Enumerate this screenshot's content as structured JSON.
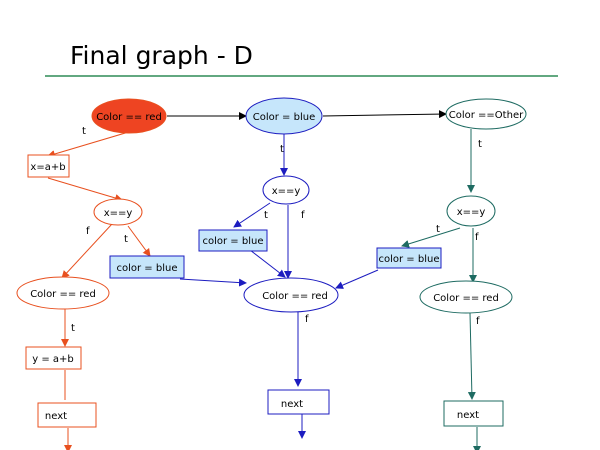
{
  "title": "Final graph - D",
  "colors": {
    "rule": "#2e8b57",
    "left": "#e8501f",
    "middle": "#1c1cc0",
    "right": "#1e6b62",
    "red_fill": "#ee4422",
    "blue_fill": "#c6e6fb"
  },
  "nodes": {
    "cond_red_top": "Color == red",
    "cond_blue_top": "Color = blue",
    "cond_other_top": "Color ==Other",
    "assign_x": "x=a+b",
    "left_xy": "x==y",
    "mid_xy": "x==y",
    "right_xy": "x==y",
    "left_color_blue": "color = blue",
    "mid_color_blue": "color = blue",
    "right_color_blue": "color = blue",
    "left_cond_red": "Color == red",
    "mid_cond_red": "Color == red",
    "right_cond_red": "Color == red",
    "assign_y": "y = a+b",
    "left_next": "next",
    "mid_next": "next",
    "right_next": "next"
  },
  "edge_labels": {
    "t": "t",
    "f": "f"
  }
}
